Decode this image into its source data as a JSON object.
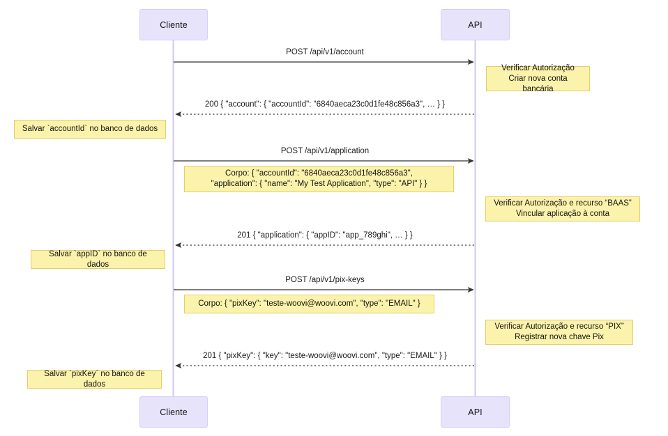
{
  "diagram": {
    "type": "sequence-diagram",
    "background": "#ffffff",
    "colors": {
      "actor_fill": "#e6e3fb",
      "actor_border": "#d4cff7",
      "note_fill": "#fbf2ab",
      "note_border": "#e2cf6a",
      "lifeline": "#cfc9ef",
      "arrow": "#333333",
      "text": "#111111"
    },
    "actors": [
      {
        "id": "cliente",
        "label": "Cliente"
      },
      {
        "id": "api",
        "label": "API"
      }
    ],
    "messages": [
      {
        "id": "m1",
        "from": "cliente",
        "to": "api",
        "style": "solid",
        "label": "POST /api/v1/account"
      },
      {
        "id": "m2",
        "from": "api",
        "to": "cliente",
        "style": "dotted",
        "label": "200 { \"account\": { \"accountId\": \"6840aeca23c0d1fe48c856a3\", … } }"
      },
      {
        "id": "m3",
        "from": "cliente",
        "to": "api",
        "style": "solid",
        "label": "POST /api/v1/application"
      },
      {
        "id": "m4",
        "from": "api",
        "to": "cliente",
        "style": "dotted",
        "label": "201 { \"application\": { \"appID\": \"app_789ghi\", … } }"
      },
      {
        "id": "m5",
        "from": "cliente",
        "to": "api",
        "style": "solid",
        "label": "POST /api/v1/pix-keys"
      },
      {
        "id": "m6",
        "from": "api",
        "to": "cliente",
        "style": "dotted",
        "label": "201 { \"pixKey\": { \"key\": \"teste-woovi@woovi.com\", \"type\": \"EMAIL\" } }"
      }
    ],
    "notes": [
      {
        "id": "n1",
        "side": "right-of-api",
        "text": "Verificar Autorização\nCriar nova conta bancária"
      },
      {
        "id": "n2",
        "side": "left-of-cliente",
        "text": "Salvar `accountId` no banco de dados"
      },
      {
        "id": "n3",
        "side": "over-center",
        "text": "Corpo: { \"accountId\": \"6840aeca23c0d1fe48c856a3\",\n\"application\": { \"name\": \"My Test Application\", \"type\": \"API\" } }"
      },
      {
        "id": "n4",
        "side": "right-of-api",
        "text": "Verificar Autorização e recurso “BAAS”\nVincular aplicação à conta"
      },
      {
        "id": "n5",
        "side": "left-of-cliente",
        "text": "Salvar `appID` no banco de dados"
      },
      {
        "id": "n6",
        "side": "over-center",
        "text": "Corpo: { \"pixKey\": \"teste-woovi@woovi.com\", \"type\": \"EMAIL\" }"
      },
      {
        "id": "n7",
        "side": "right-of-api",
        "text": "Verificar Autorização e recurso “PIX”\nRegistrar nova chave Pix"
      },
      {
        "id": "n8",
        "side": "left-of-cliente",
        "text": "Salvar `pixKey` no banco de dados"
      }
    ]
  }
}
